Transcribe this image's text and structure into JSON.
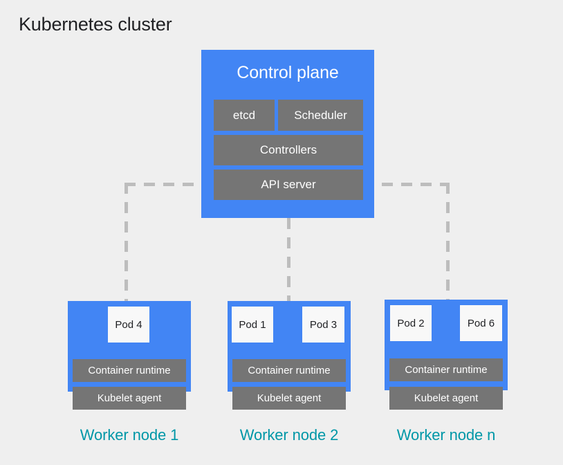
{
  "page": {
    "title": "Kubernetes cluster",
    "background_color": "#efefef"
  },
  "colors": {
    "node_blue": "#4285f4",
    "component_gray": "#757575",
    "pod_white": "#f8f8f8",
    "label_teal": "#0097a7",
    "connector_gray": "#bdbdbd",
    "title_text": "#202124"
  },
  "control_plane": {
    "title": "Control plane",
    "components": [
      {
        "label": "etcd"
      },
      {
        "label": "Scheduler"
      },
      {
        "label": "Controllers"
      },
      {
        "label": "API server"
      }
    ]
  },
  "worker_nodes": [
    {
      "label": "Worker node 1",
      "pods": [
        {
          "label": "Pod 4"
        }
      ],
      "runtime": "Container runtime",
      "kubelet": "Kubelet agent"
    },
    {
      "label": "Worker node 2",
      "pods": [
        {
          "label": "Pod 1"
        },
        {
          "label": "Pod 3"
        }
      ],
      "runtime": "Container runtime",
      "kubelet": "Kubelet agent"
    },
    {
      "label": "Worker node n",
      "pods": [
        {
          "label": "Pod 2"
        },
        {
          "label": "Pod 6"
        }
      ],
      "runtime": "Container runtime",
      "kubelet": "Kubelet agent"
    }
  ],
  "connectors": [
    {
      "name": "api-server-to-worker-node-1",
      "style": "dashed"
    },
    {
      "name": "control-plane-to-worker-node-2",
      "style": "dashed"
    },
    {
      "name": "api-server-to-worker-node-n",
      "style": "dashed"
    }
  ]
}
